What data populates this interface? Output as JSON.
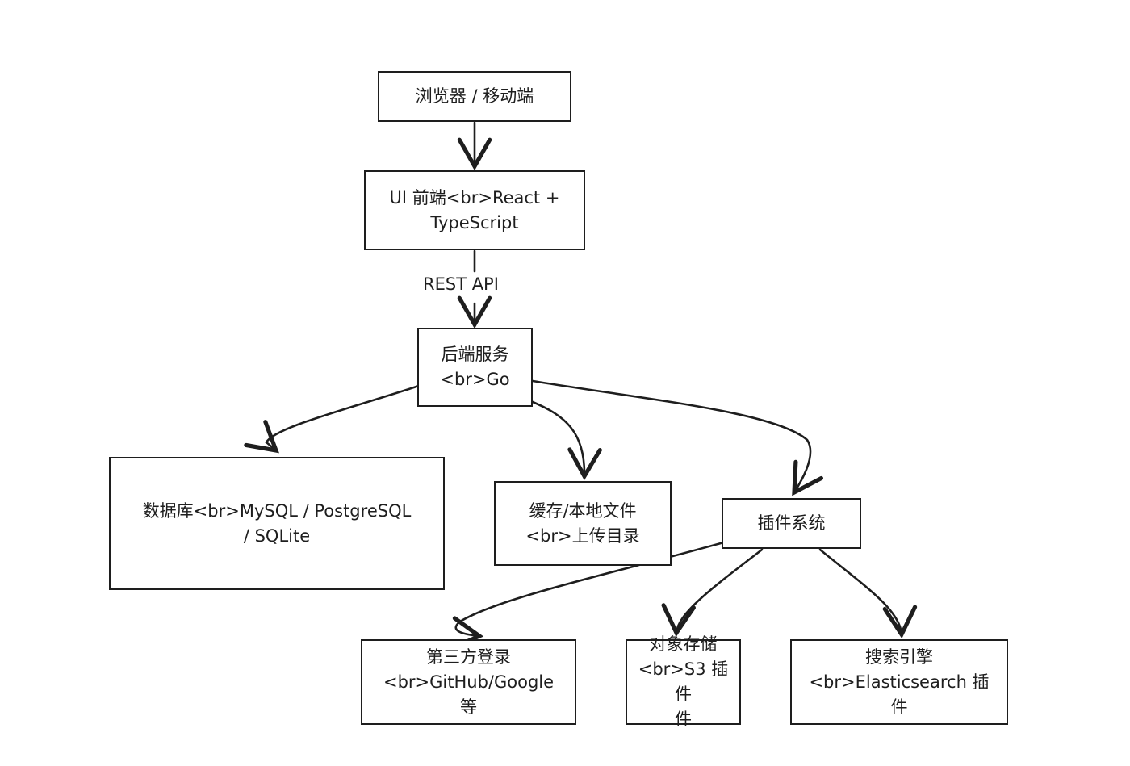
{
  "diagram": {
    "type": "flowchart",
    "style": "hand-drawn",
    "colors": {
      "stroke": "#1e1e1e",
      "background": "#ffffff"
    },
    "nodes": [
      {
        "id": "client",
        "label": "浏览器 / 移动端"
      },
      {
        "id": "frontend",
        "label": "UI 前端<br>React + TypeScript"
      },
      {
        "id": "backend",
        "label": "后端服务<br>Go"
      },
      {
        "id": "database",
        "label": "数据库<br>MySQL / PostgreSQL / SQLite"
      },
      {
        "id": "storage",
        "label": "缓存/本地文件<br>上传目录"
      },
      {
        "id": "plugins",
        "label": "插件系统"
      },
      {
        "id": "oauth",
        "label": "第三方登录<br>GitHub/Google 等"
      },
      {
        "id": "s3",
        "label": "对象存储<br>S3 插件"
      },
      {
        "id": "search",
        "label": "搜索引擎<br>Elasticsearch 插件"
      }
    ],
    "edges": [
      {
        "from": "client",
        "to": "frontend",
        "label": ""
      },
      {
        "from": "frontend",
        "to": "backend",
        "label": "REST API"
      },
      {
        "from": "backend",
        "to": "database",
        "label": ""
      },
      {
        "from": "backend",
        "to": "storage",
        "label": ""
      },
      {
        "from": "backend",
        "to": "plugins",
        "label": ""
      },
      {
        "from": "plugins",
        "to": "oauth",
        "label": ""
      },
      {
        "from": "plugins",
        "to": "s3",
        "label": ""
      },
      {
        "from": "plugins",
        "to": "search",
        "label": ""
      }
    ],
    "display_lines": {
      "client": [
        "浏览器 / 移动端"
      ],
      "frontend": [
        "UI 前端<br>React +",
        "TypeScript"
      ],
      "backend": [
        "后端服务",
        "<br>Go"
      ],
      "database": [
        "数据库<br>MySQL / PostgreSQL",
        "/ SQLite"
      ],
      "storage": [
        "缓存/本地文件",
        "<br>上传目录"
      ],
      "plugins": [
        "插件系统"
      ],
      "oauth": [
        "第三方登录",
        "<br>GitHub/Google",
        "等"
      ],
      "s3": [
        "对象存储",
        "<br>S3 插件",
        "件"
      ],
      "search": [
        "搜索引擎",
        "<br>Elasticsearch 插",
        "件"
      ]
    }
  }
}
